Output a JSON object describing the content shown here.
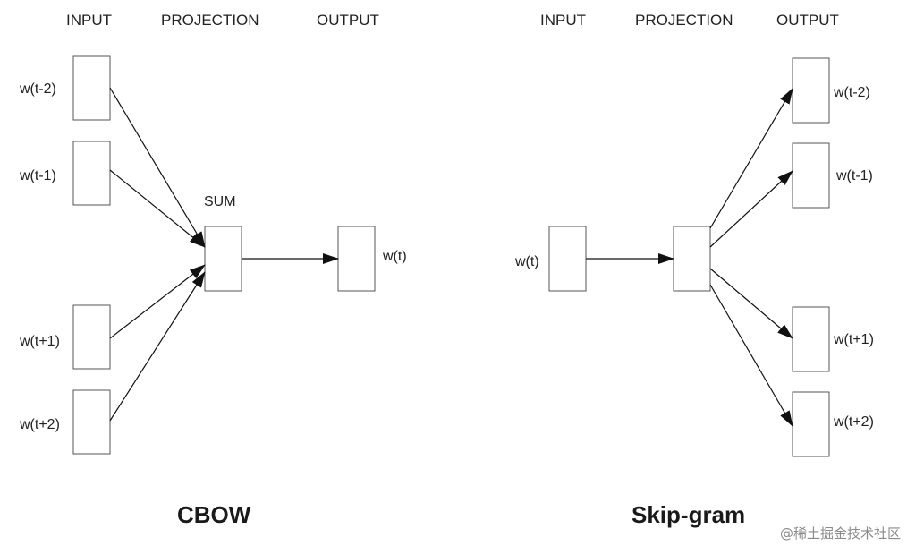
{
  "cbow": {
    "headers": {
      "input": "INPUT",
      "projection": "PROJECTION",
      "output": "OUTPUT"
    },
    "inputs": [
      "w(t-2)",
      "w(t-1)",
      "w(t+1)",
      "w(t+2)"
    ],
    "sum_label": "SUM",
    "output": "w(t)",
    "title": "CBOW"
  },
  "skipgram": {
    "headers": {
      "input": "INPUT",
      "projection": "PROJECTION",
      "output": "OUTPUT"
    },
    "input": "w(t)",
    "outputs": [
      "w(t-2)",
      "w(t-1)",
      "w(t+1)",
      "w(t+2)"
    ],
    "title": "Skip-gram"
  },
  "watermark": "@稀土掘金技术社区",
  "colors": {
    "box_stroke": "#555555",
    "arrow": "#111111",
    "text": "#222222",
    "watermark": "#8a8a8a"
  }
}
